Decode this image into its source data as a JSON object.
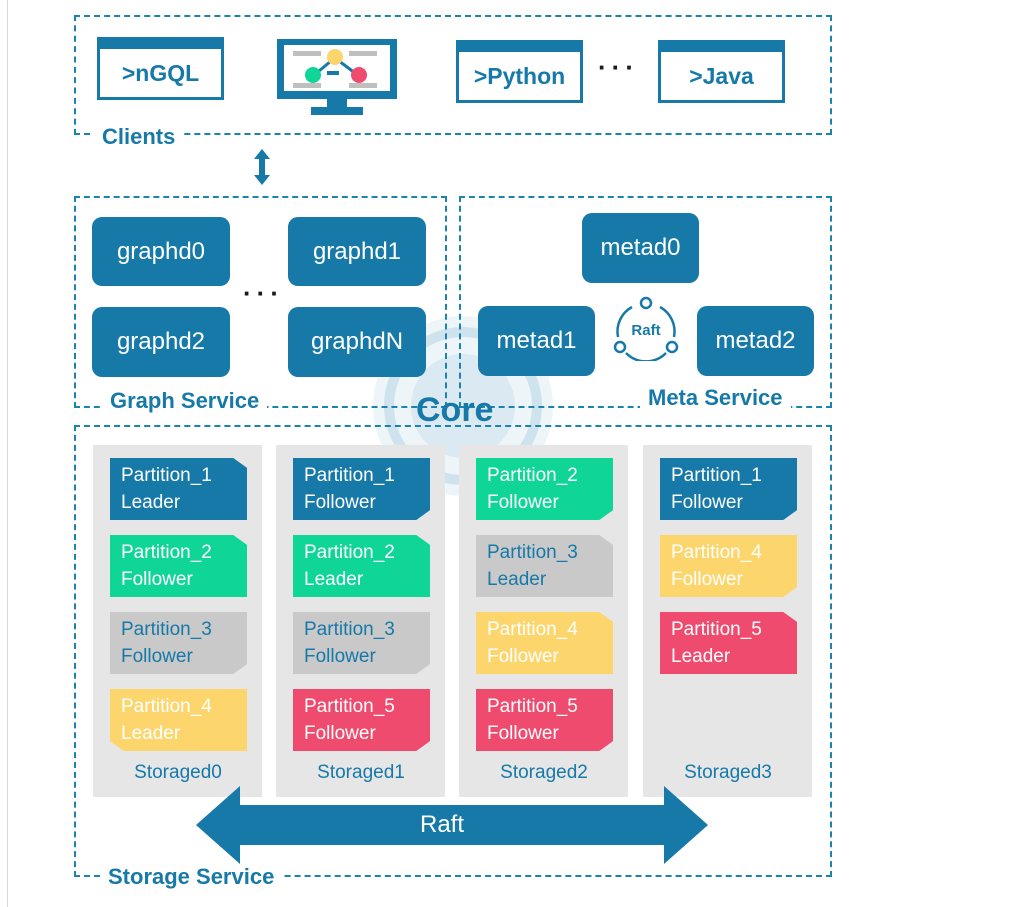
{
  "colors": {
    "primary": "#1679a8",
    "leader_green": "#0fd597",
    "follower_gray": "#c9c9c9",
    "yellow": "#fcd56c",
    "red": "#ee4b6e",
    "column_bg": "#e6e6e6"
  },
  "clients": {
    "label": "Clients",
    "items": [
      ">nGQL",
      ">Python",
      ">Java"
    ],
    "ellipsis": "···",
    "monitor_icon": "graph-monitor-icon"
  },
  "graph_service": {
    "label": "Graph Service",
    "nodes": [
      "graphd0",
      "graphd1",
      "graphd2",
      "graphdN"
    ],
    "ellipsis": "···"
  },
  "meta_service": {
    "label": "Meta Service",
    "nodes": [
      "metad0",
      "metad1",
      "metad2"
    ],
    "raft_label": "Raft"
  },
  "core": {
    "label": "Core"
  },
  "storage_service": {
    "label": "Storage Service",
    "raft_label": "Raft",
    "columns": [
      {
        "name": "Storaged0",
        "partitions": [
          {
            "name": "Partition_1",
            "role": "Leader",
            "color": "blue"
          },
          {
            "name": "Partition_2",
            "role": "Follower",
            "color": "green"
          },
          {
            "name": "Partition_3",
            "role": "Follower",
            "color": "gray"
          },
          {
            "name": "Partition_4",
            "role": "Leader",
            "color": "yellow"
          }
        ]
      },
      {
        "name": "Storaged1",
        "partitions": [
          {
            "name": "Partition_1",
            "role": "Follower",
            "color": "blue"
          },
          {
            "name": "Partition_2",
            "role": "Leader",
            "color": "green"
          },
          {
            "name": "Partition_3",
            "role": "Follower",
            "color": "gray"
          },
          {
            "name": "Partition_5",
            "role": "Follower",
            "color": "red"
          }
        ]
      },
      {
        "name": "Storaged2",
        "partitions": [
          {
            "name": "Partition_2",
            "role": "Follower",
            "color": "green"
          },
          {
            "name": "Partition_3",
            "role": "Leader",
            "color": "gray"
          },
          {
            "name": "Partition_4",
            "role": "Follower",
            "color": "yellow"
          },
          {
            "name": "Partition_5",
            "role": "Follower",
            "color": "red"
          }
        ]
      },
      {
        "name": "Storaged3",
        "partitions": [
          {
            "name": "Partition_1",
            "role": "Follower",
            "color": "blue"
          },
          {
            "name": "Partition_4",
            "role": "Follower",
            "color": "yellow"
          },
          {
            "name": "Partition_5",
            "role": "Leader",
            "color": "red"
          }
        ]
      }
    ]
  }
}
